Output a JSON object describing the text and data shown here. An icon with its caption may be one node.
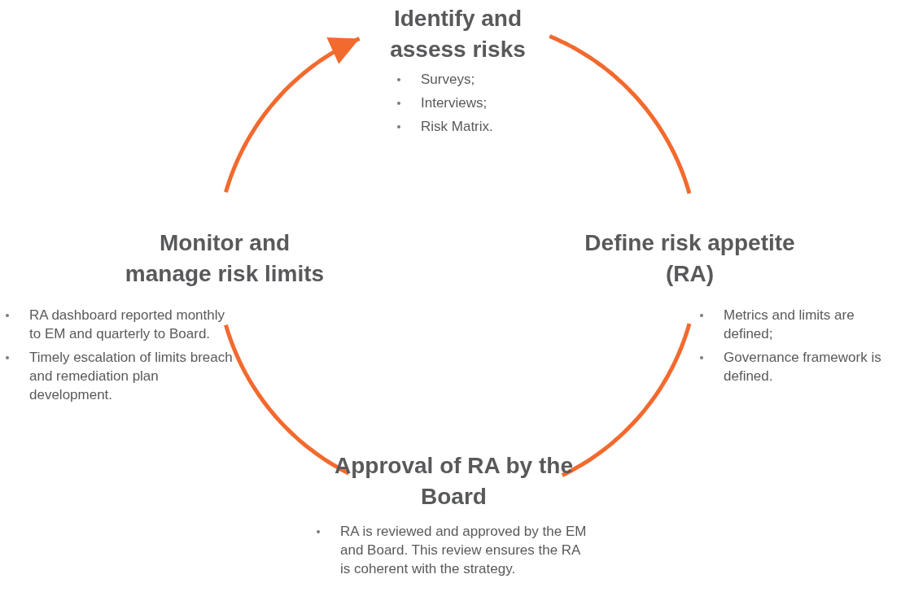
{
  "diagram": {
    "nodes": [
      {
        "text": [
          "Identify and assess risks",
          "Surveys;",
          "Interviews;",
          "Risk Matrix."
        ]
      },
      {
        "text": [
          "Define risk appetite (RA)",
          "Metrics and limits are defined;",
          "Governance framework is defined."
        ]
      },
      {
        "text": [
          "Approval of RA by the Board",
          "RA is reviewed and approved by the EM and Board. This review ensures the RA is coherent with the strategy."
        ]
      },
      {
        "text": [
          "Monitor and manage risk limits",
          "RA dashboard reported monthly to EM and quarterly to Board.",
          "Timely escalation of limits breach and remediation plan development."
        ]
      }
    ],
    "edges": [
      {
        "from": 0,
        "to": 1,
        "arrow": "none"
      },
      {
        "from": 1,
        "to": 2,
        "arrow": "none"
      },
      {
        "from": 2,
        "to": 3,
        "arrow": "none"
      },
      {
        "from": 3,
        "to": 0,
        "arrow": "to"
      }
    ]
  }
}
